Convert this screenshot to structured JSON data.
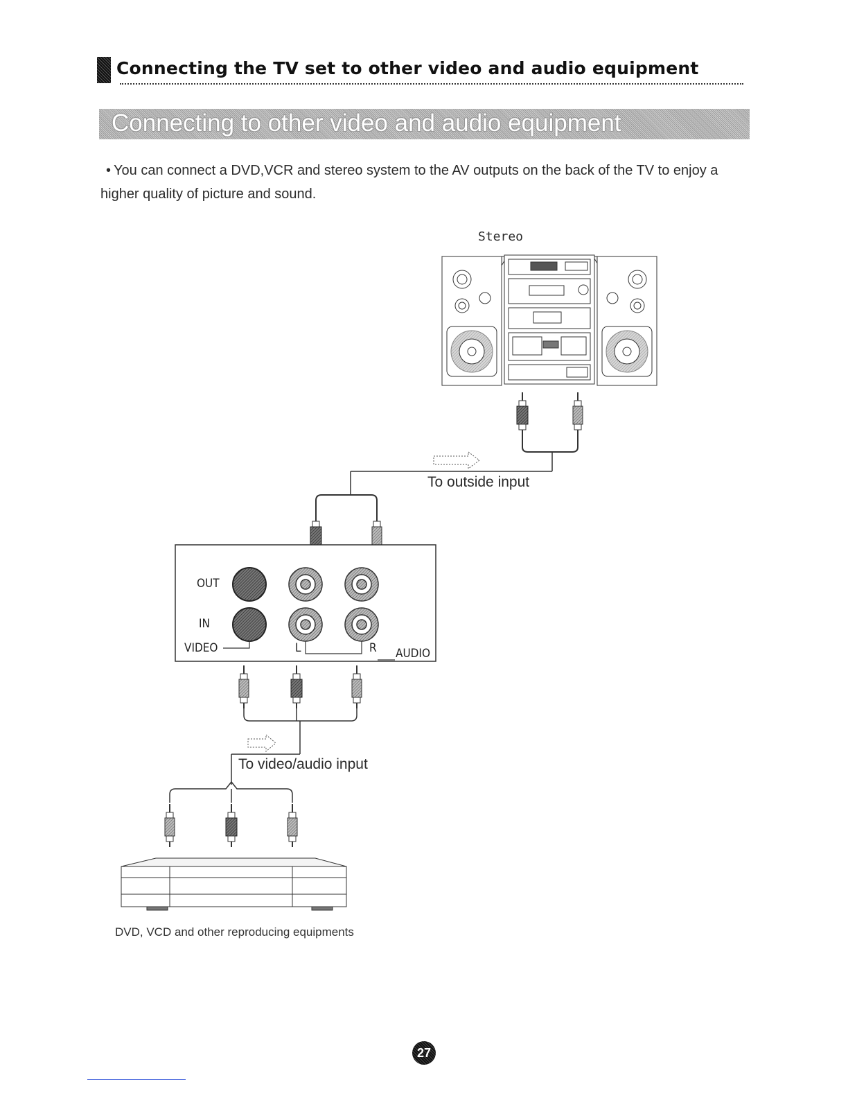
{
  "header": {
    "title": "Connecting the TV set to other video and audio equipment"
  },
  "banner": {
    "text": "Connecting to other video and audio equipment"
  },
  "intro": {
    "bullet": "•",
    "text": "You can connect a DVD,VCR and stereo system to the AV outputs on the back of the TV to enjoy  a higher quality of picture and sound."
  },
  "diagram": {
    "stereo_label": "Stereo",
    "to_outside_input": "To outside input",
    "panel": {
      "out": "OUT",
      "in": "IN",
      "video": "VIDEO",
      "left": "L",
      "right": "R",
      "audio": "AUDIO"
    },
    "to_video_audio_input": "To video/audio input",
    "player_caption": "DVD, VCD and other reproducing equipments"
  },
  "page_number": "27"
}
